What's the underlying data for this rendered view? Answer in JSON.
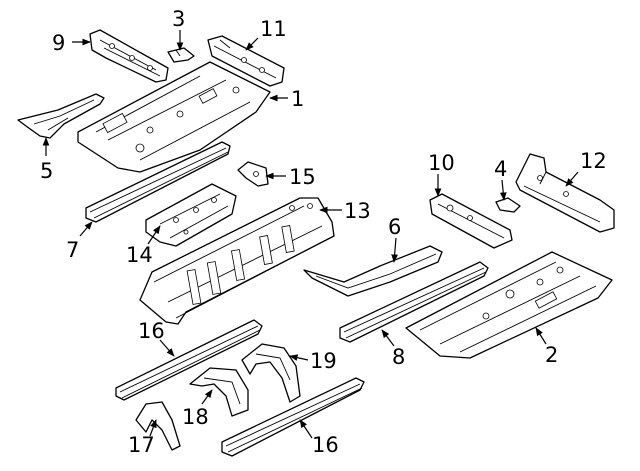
{
  "callouts": [
    {
      "id": "1",
      "text": "1"
    },
    {
      "id": "2",
      "text": "2"
    },
    {
      "id": "3",
      "text": "3"
    },
    {
      "id": "4",
      "text": "4"
    },
    {
      "id": "5",
      "text": "5"
    },
    {
      "id": "6",
      "text": "6"
    },
    {
      "id": "7",
      "text": "7"
    },
    {
      "id": "8",
      "text": "8"
    },
    {
      "id": "9",
      "text": "9"
    },
    {
      "id": "10",
      "text": "10"
    },
    {
      "id": "11",
      "text": "11"
    },
    {
      "id": "12",
      "text": "12"
    },
    {
      "id": "13",
      "text": "13"
    },
    {
      "id": "14",
      "text": "14"
    },
    {
      "id": "15",
      "text": "15"
    },
    {
      "id": "16a",
      "text": "16"
    },
    {
      "id": "16b",
      "text": "16"
    },
    {
      "id": "17",
      "text": "17"
    },
    {
      "id": "18",
      "text": "18"
    },
    {
      "id": "19",
      "text": "19"
    }
  ]
}
